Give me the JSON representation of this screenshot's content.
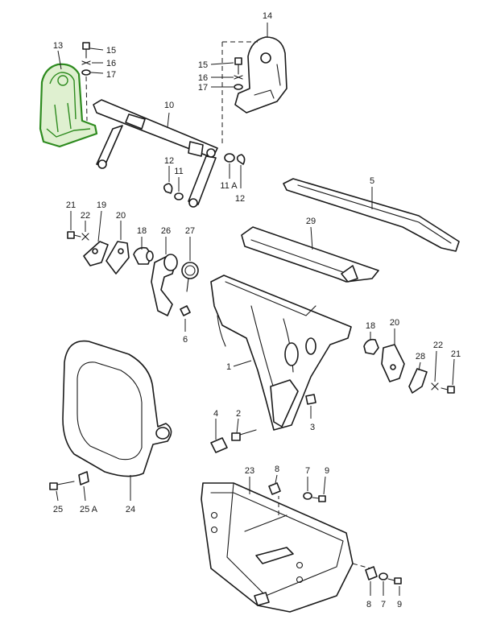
{
  "diagram": {
    "highlight_color": "#2e8b1f",
    "highlighted_part": "13",
    "labels": {
      "p1": "1",
      "p2": "2",
      "p3": "3",
      "p4": "4",
      "p5": "5",
      "p6": "6",
      "p7a": "7",
      "p7b": "7",
      "p8a": "8",
      "p8b": "8",
      "p9a": "9",
      "p9b": "9",
      "p10": "10",
      "p11": "11",
      "p11a": "11 A",
      "p12a": "12",
      "p12b": "12",
      "p13": "13",
      "p14": "14",
      "p15a": "15",
      "p15b": "15",
      "p16a": "16",
      "p16b": "16",
      "p17a": "17",
      "p17b": "17",
      "p18a": "18",
      "p18b": "18",
      "p19": "19",
      "p20a": "20",
      "p20b": "20",
      "p21a": "21",
      "p21b": "21",
      "p22a": "22",
      "p22b": "22",
      "p23": "23",
      "p24": "24",
      "p25": "25",
      "p25a": "25 A",
      "p26": "26",
      "p27": "27",
      "p28": "28",
      "p29": "29"
    }
  }
}
